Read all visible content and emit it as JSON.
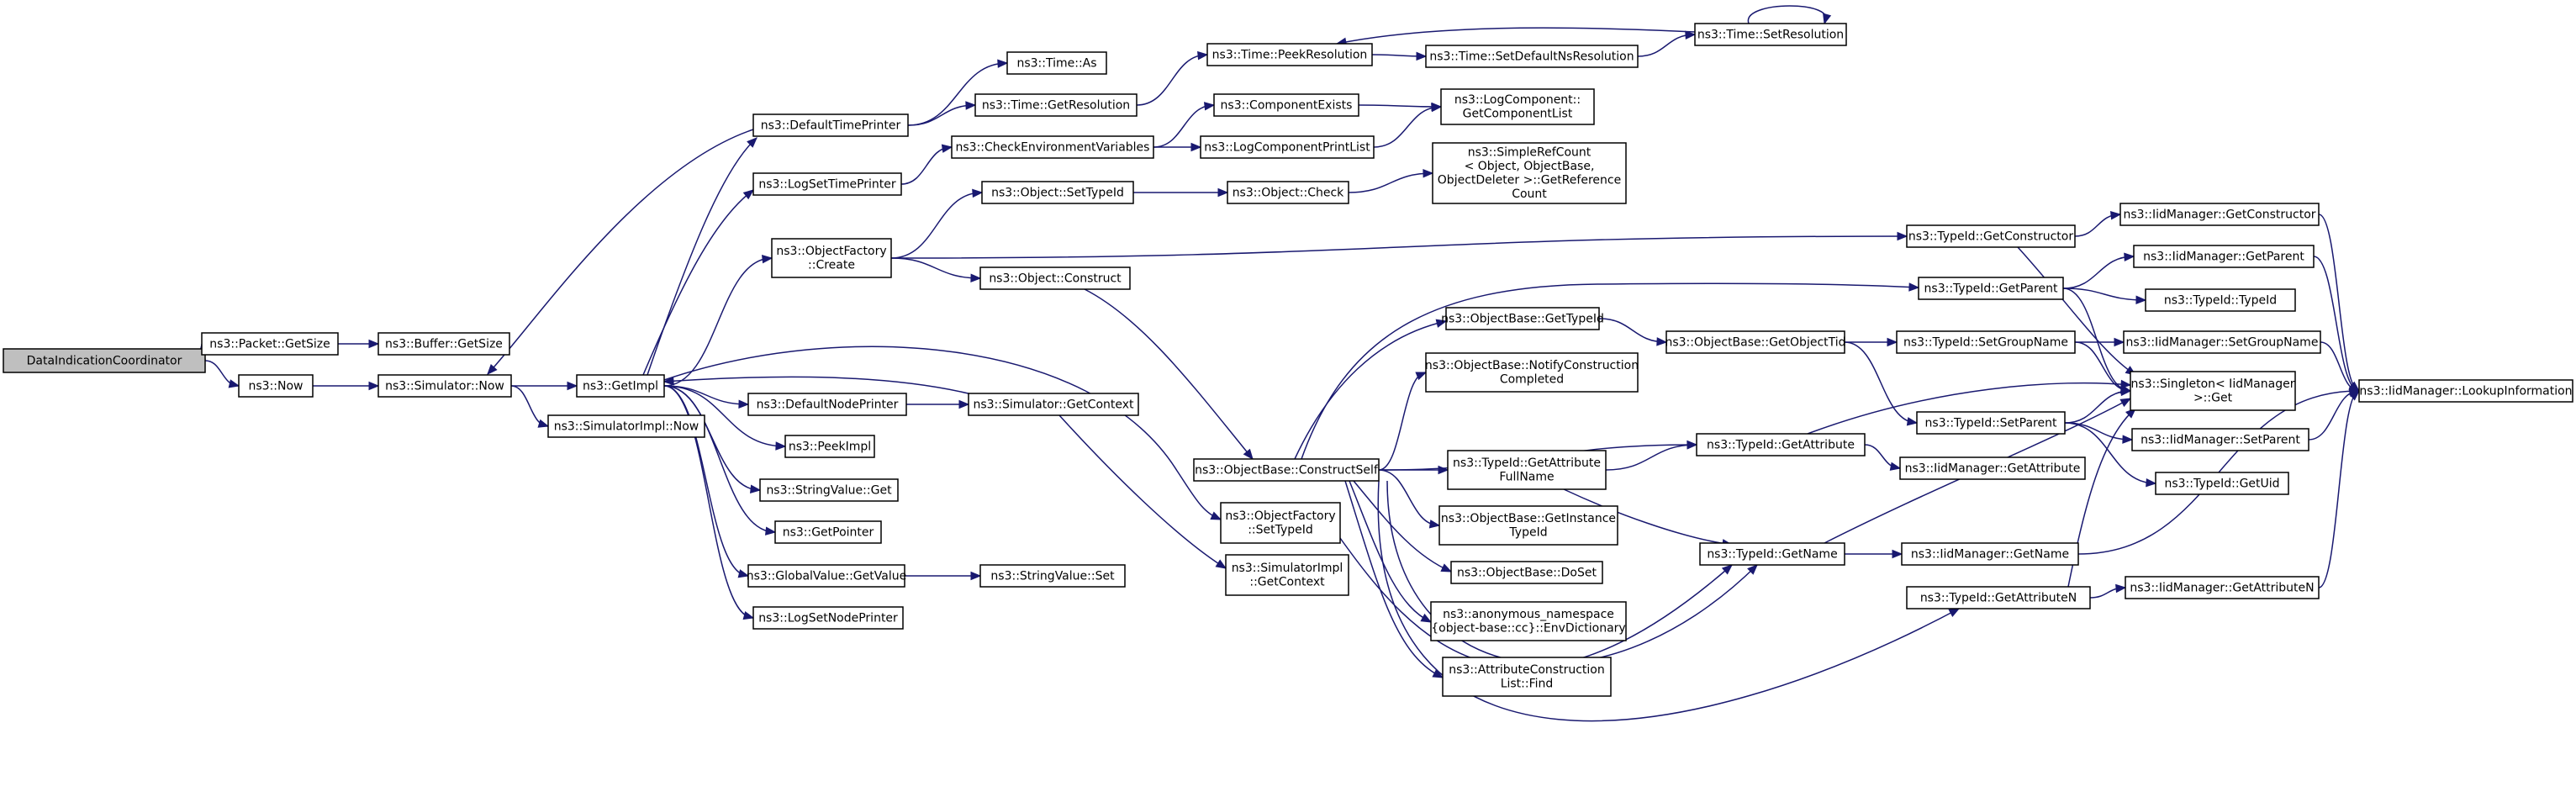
{
  "colors": {
    "edge": "#191970",
    "root_fill": "#bfbfbf",
    "node_fill": "#ffffff",
    "node_border": "#000000"
  },
  "nodes": [
    {
      "id": "n_dic",
      "lines": [
        "DataIndicationCoordinator"
      ],
      "root": true
    },
    {
      "id": "n_pkt",
      "lines": [
        "ns3::Packet::GetSize"
      ]
    },
    {
      "id": "n_buf",
      "lines": [
        "ns3::Buffer::GetSize"
      ]
    },
    {
      "id": "n_now",
      "lines": [
        "ns3::Now"
      ]
    },
    {
      "id": "n_simnow",
      "lines": [
        "ns3::Simulator::Now"
      ]
    },
    {
      "id": "n_getimpl",
      "lines": [
        "ns3::GetImpl"
      ]
    },
    {
      "id": "n_simimplnow",
      "lines": [
        "ns3::SimulatorImpl::Now"
      ]
    },
    {
      "id": "n_dtp",
      "lines": [
        "ns3::DefaultTimePrinter"
      ]
    },
    {
      "id": "n_timeas",
      "lines": [
        "ns3::Time::As"
      ]
    },
    {
      "id": "n_timegetres",
      "lines": [
        "ns3::Time::GetResolution"
      ]
    },
    {
      "id": "n_peekres",
      "lines": [
        "ns3::Time::PeekResolution"
      ]
    },
    {
      "id": "n_setdefns",
      "lines": [
        "ns3::Time::SetDefaultNsResolution"
      ]
    },
    {
      "id": "n_setres",
      "lines": [
        "ns3::Time::SetResolution"
      ]
    },
    {
      "id": "n_logsettp",
      "lines": [
        "ns3::LogSetTimePrinter"
      ]
    },
    {
      "id": "n_checkenv",
      "lines": [
        "ns3::CheckEnvironmentVariables"
      ]
    },
    {
      "id": "n_compexists",
      "lines": [
        "ns3::ComponentExists"
      ]
    },
    {
      "id": "n_logcomplist",
      "lines": [
        "ns3::LogComponentPrintList"
      ]
    },
    {
      "id": "n_getcomplist",
      "lines": [
        "ns3::LogComponent::",
        "GetComponentList"
      ]
    },
    {
      "id": "n_ofcreate",
      "lines": [
        "ns3::ObjectFactory",
        "::Create"
      ]
    },
    {
      "id": "n_objsettid",
      "lines": [
        "ns3::Object::SetTypeId"
      ]
    },
    {
      "id": "n_objcheck",
      "lines": [
        "ns3::Object::Check"
      ]
    },
    {
      "id": "n_simplerefcount",
      "lines": [
        "ns3::SimpleRefCount",
        "< Object, ObjectBase,",
        "ObjectDeleter >::GetReference",
        "Count"
      ]
    },
    {
      "id": "n_objconstruct",
      "lines": [
        "ns3::Object::Construct"
      ]
    },
    {
      "id": "n_defnodeprinter",
      "lines": [
        "ns3::DefaultNodePrinter"
      ]
    },
    {
      "id": "n_simgetctx",
      "lines": [
        "ns3::Simulator::GetContext"
      ]
    },
    {
      "id": "n_peekimpl",
      "lines": [
        "ns3::PeekImpl"
      ]
    },
    {
      "id": "n_strget",
      "lines": [
        "ns3::StringValue::Get"
      ]
    },
    {
      "id": "n_getpointer",
      "lines": [
        "ns3::GetPointer"
      ]
    },
    {
      "id": "n_globalget",
      "lines": [
        "ns3::GlobalValue::GetValue"
      ]
    },
    {
      "id": "n_strset",
      "lines": [
        "ns3::StringValue::Set"
      ]
    },
    {
      "id": "n_logsetnp",
      "lines": [
        "ns3::LogSetNodePrinter"
      ]
    },
    {
      "id": "n_ofsettid",
      "lines": [
        "ns3::ObjectFactory",
        "::SetTypeId"
      ]
    },
    {
      "id": "n_simimplctx",
      "lines": [
        "ns3::SimulatorImpl",
        "::GetContext"
      ]
    },
    {
      "id": "n_constructself",
      "lines": [
        "ns3::ObjectBase::ConstructSelf"
      ]
    },
    {
      "id": "n_obgettid",
      "lines": [
        "ns3::ObjectBase::GetTypeId"
      ]
    },
    {
      "id": "n_notifyconst",
      "lines": [
        "ns3::ObjectBase::NotifyConstruction",
        "Completed"
      ]
    },
    {
      "id": "n_getobjtid",
      "lines": [
        "ns3::ObjectBase::GetObjectTid"
      ]
    },
    {
      "id": "n_getattrfull",
      "lines": [
        "ns3::TypeId::GetAttribute",
        "FullName"
      ]
    },
    {
      "id": "n_getinsttid",
      "lines": [
        "ns3::ObjectBase::GetInstance",
        "TypeId"
      ]
    },
    {
      "id": "n_doset",
      "lines": [
        "ns3::ObjectBase::DoSet"
      ]
    },
    {
      "id": "n_envdict",
      "lines": [
        "ns3::anonymous_namespace",
        "{object-base::cc}::EnvDictionary"
      ]
    },
    {
      "id": "n_attrfind",
      "lines": [
        "ns3::AttributeConstruction",
        "List::Find"
      ]
    },
    {
      "id": "n_tidgetctor",
      "lines": [
        "ns3::TypeId::GetConstructor"
      ]
    },
    {
      "id": "n_tidgetparent",
      "lines": [
        "ns3::TypeId::GetParent"
      ]
    },
    {
      "id": "n_tidsetgroup",
      "lines": [
        "ns3::TypeId::SetGroupName"
      ]
    },
    {
      "id": "n_tidsetparent",
      "lines": [
        "ns3::TypeId::SetParent"
      ]
    },
    {
      "id": "n_tidgetattr",
      "lines": [
        "ns3::TypeId::GetAttribute"
      ]
    },
    {
      "id": "n_tidgetname",
      "lines": [
        "ns3::TypeId::GetName"
      ]
    },
    {
      "id": "n_tidgetattrn",
      "lines": [
        "ns3::TypeId::GetAttributeN"
      ]
    },
    {
      "id": "n_iidgetattr",
      "lines": [
        "ns3::IidManager::GetAttribute"
      ]
    },
    {
      "id": "n_iidgetname",
      "lines": [
        "ns3::IidManager::GetName"
      ]
    },
    {
      "id": "n_iidgetctor",
      "lines": [
        "ns3::IidManager::GetConstructor"
      ]
    },
    {
      "id": "n_iidgetparent",
      "lines": [
        "ns3::IidManager::GetParent"
      ]
    },
    {
      "id": "n_tidtid",
      "lines": [
        "ns3::TypeId::TypeId"
      ]
    },
    {
      "id": "n_iidsetgroup",
      "lines": [
        "ns3::IidManager::SetGroupName"
      ]
    },
    {
      "id": "n_singleton",
      "lines": [
        "ns3::Singleton< IidManager",
        ">::Get"
      ]
    },
    {
      "id": "n_iidsetparent",
      "lines": [
        "ns3::IidManager::SetParent"
      ]
    },
    {
      "id": "n_tidgetuid",
      "lines": [
        "ns3::TypeId::GetUid"
      ]
    },
    {
      "id": "n_iidgetattrn",
      "lines": [
        "ns3::IidManager::GetAttributeN"
      ]
    },
    {
      "id": "n_iidlookup",
      "lines": [
        "ns3::IidManager::LookupInformation"
      ]
    }
  ],
  "edges": [
    [
      "n_dic",
      "n_pkt"
    ],
    [
      "n_dic",
      "n_now"
    ],
    [
      "n_pkt",
      "n_buf"
    ],
    [
      "n_now",
      "n_simnow"
    ],
    [
      "n_simnow",
      "n_getimpl"
    ],
    [
      "n_simnow",
      "n_simimplnow"
    ],
    [
      "n_getimpl",
      "n_dtp"
    ],
    [
      "n_getimpl",
      "n_logsettp"
    ],
    [
      "n_getimpl",
      "n_ofcreate"
    ],
    [
      "n_getimpl",
      "n_ofsettid"
    ],
    [
      "n_getimpl",
      "n_defnodeprinter"
    ],
    [
      "n_getimpl",
      "n_peekimpl"
    ],
    [
      "n_getimpl",
      "n_strget"
    ],
    [
      "n_getimpl",
      "n_getpointer"
    ],
    [
      "n_getimpl",
      "n_globalget"
    ],
    [
      "n_getimpl",
      "n_logsetnp"
    ],
    [
      "n_dtp",
      "n_simnow"
    ],
    [
      "n_dtp",
      "n_timeas"
    ],
    [
      "n_dtp",
      "n_timegetres"
    ],
    [
      "n_timegetres",
      "n_peekres"
    ],
    [
      "n_peekres",
      "n_setdefns"
    ],
    [
      "n_setdefns",
      "n_setres"
    ],
    [
      "n_setres",
      "n_peekres"
    ],
    [
      "n_setres",
      "n_setres"
    ],
    [
      "n_logsettp",
      "n_checkenv"
    ],
    [
      "n_checkenv",
      "n_compexists"
    ],
    [
      "n_checkenv",
      "n_logcomplist"
    ],
    [
      "n_compexists",
      "n_getcomplist"
    ],
    [
      "n_logcomplist",
      "n_getcomplist"
    ],
    [
      "n_ofcreate",
      "n_objsettid"
    ],
    [
      "n_ofcreate",
      "n_objconstruct"
    ],
    [
      "n_ofcreate",
      "n_tidgetctor"
    ],
    [
      "n_objsettid",
      "n_objcheck"
    ],
    [
      "n_objcheck",
      "n_simplerefcount"
    ],
    [
      "n_objconstruct",
      "n_constructself"
    ],
    [
      "n_defnodeprinter",
      "n_simgetctx"
    ],
    [
      "n_simgetctx",
      "n_getimpl"
    ],
    [
      "n_simgetctx",
      "n_simimplctx"
    ],
    [
      "n_globalget",
      "n_strset"
    ],
    [
      "n_ofsettid",
      "n_tidgetname"
    ],
    [
      "n_constructself",
      "n_obgettid"
    ],
    [
      "n_constructself",
      "n_notifyconst"
    ],
    [
      "n_constructself",
      "n_tidgetparent"
    ],
    [
      "n_constructself",
      "n_tidgetattr"
    ],
    [
      "n_constructself",
      "n_getattrfull"
    ],
    [
      "n_constructself",
      "n_getinsttid"
    ],
    [
      "n_constructself",
      "n_doset"
    ],
    [
      "n_constructself",
      "n_envdict"
    ],
    [
      "n_constructself",
      "n_attrfind"
    ],
    [
      "n_constructself",
      "n_tidgetname"
    ],
    [
      "n_constructself",
      "n_tidgetattrn"
    ],
    [
      "n_obgettid",
      "n_getobjtid"
    ],
    [
      "n_getobjtid",
      "n_tidsetgroup"
    ],
    [
      "n_getobjtid",
      "n_tidsetparent"
    ],
    [
      "n_getattrfull",
      "n_tidgetattr"
    ],
    [
      "n_getattrfull",
      "n_tidgetname"
    ],
    [
      "n_tidgetctor",
      "n_iidgetctor"
    ],
    [
      "n_tidgetctor",
      "n_singleton"
    ],
    [
      "n_tidgetparent",
      "n_iidgetparent"
    ],
    [
      "n_tidgetparent",
      "n_tidtid"
    ],
    [
      "n_tidgetparent",
      "n_singleton"
    ],
    [
      "n_tidsetgroup",
      "n_iidsetgroup"
    ],
    [
      "n_tidsetgroup",
      "n_singleton"
    ],
    [
      "n_tidsetparent",
      "n_iidsetparent"
    ],
    [
      "n_tidsetparent",
      "n_tidgetuid"
    ],
    [
      "n_tidsetparent",
      "n_singleton"
    ],
    [
      "n_tidgetattr",
      "n_iidgetattr"
    ],
    [
      "n_tidgetattr",
      "n_singleton"
    ],
    [
      "n_tidgetname",
      "n_iidgetname"
    ],
    [
      "n_tidgetname",
      "n_singleton"
    ],
    [
      "n_tidgetattrn",
      "n_iidgetattrn"
    ],
    [
      "n_tidgetattrn",
      "n_singleton"
    ],
    [
      "n_iidgetctor",
      "n_iidlookup"
    ],
    [
      "n_iidgetparent",
      "n_iidlookup"
    ],
    [
      "n_iidsetgroup",
      "n_iidlookup"
    ],
    [
      "n_iidsetparent",
      "n_iidlookup"
    ],
    [
      "n_iidgetname",
      "n_iidlookup"
    ],
    [
      "n_iidgetattrn",
      "n_iidlookup"
    ]
  ]
}
